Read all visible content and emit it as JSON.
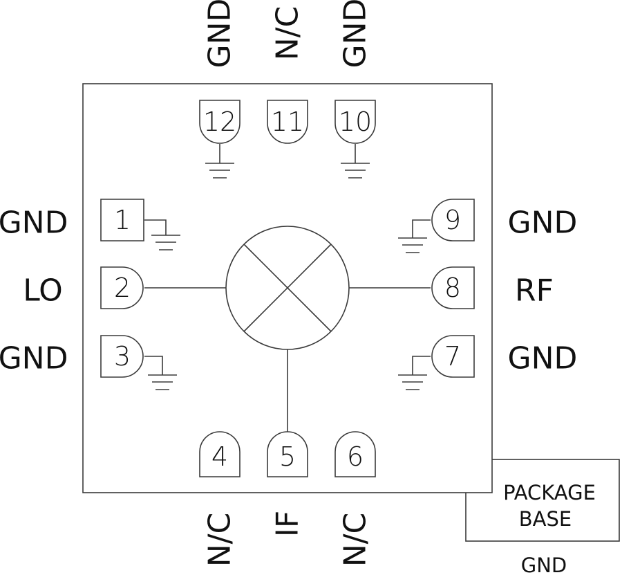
{
  "diagram": {
    "type": "pinout",
    "pins": [
      {
        "number": "1",
        "label": "GND",
        "side": "left",
        "grounded": true
      },
      {
        "number": "2",
        "label": "LO",
        "side": "left",
        "grounded": false
      },
      {
        "number": "3",
        "label": "GND",
        "side": "left",
        "grounded": true
      },
      {
        "number": "4",
        "label": "N/C",
        "side": "bottom",
        "grounded": false
      },
      {
        "number": "5",
        "label": "IF",
        "side": "bottom",
        "grounded": false
      },
      {
        "number": "6",
        "label": "N/C",
        "side": "bottom",
        "grounded": false
      },
      {
        "number": "7",
        "label": "GND",
        "side": "right",
        "grounded": true
      },
      {
        "number": "8",
        "label": "RF",
        "side": "right",
        "grounded": false
      },
      {
        "number": "9",
        "label": "GND",
        "side": "right",
        "grounded": true
      },
      {
        "number": "10",
        "label": "GND",
        "side": "top",
        "grounded": true
      },
      {
        "number": "11",
        "label": "N/C",
        "side": "top",
        "grounded": false
      },
      {
        "number": "12",
        "label": "GND",
        "side": "top",
        "grounded": true
      }
    ],
    "center_symbol": "mixer",
    "package_base": {
      "line1": "PACKAGE",
      "line2": "BASE",
      "label": "GND"
    }
  }
}
